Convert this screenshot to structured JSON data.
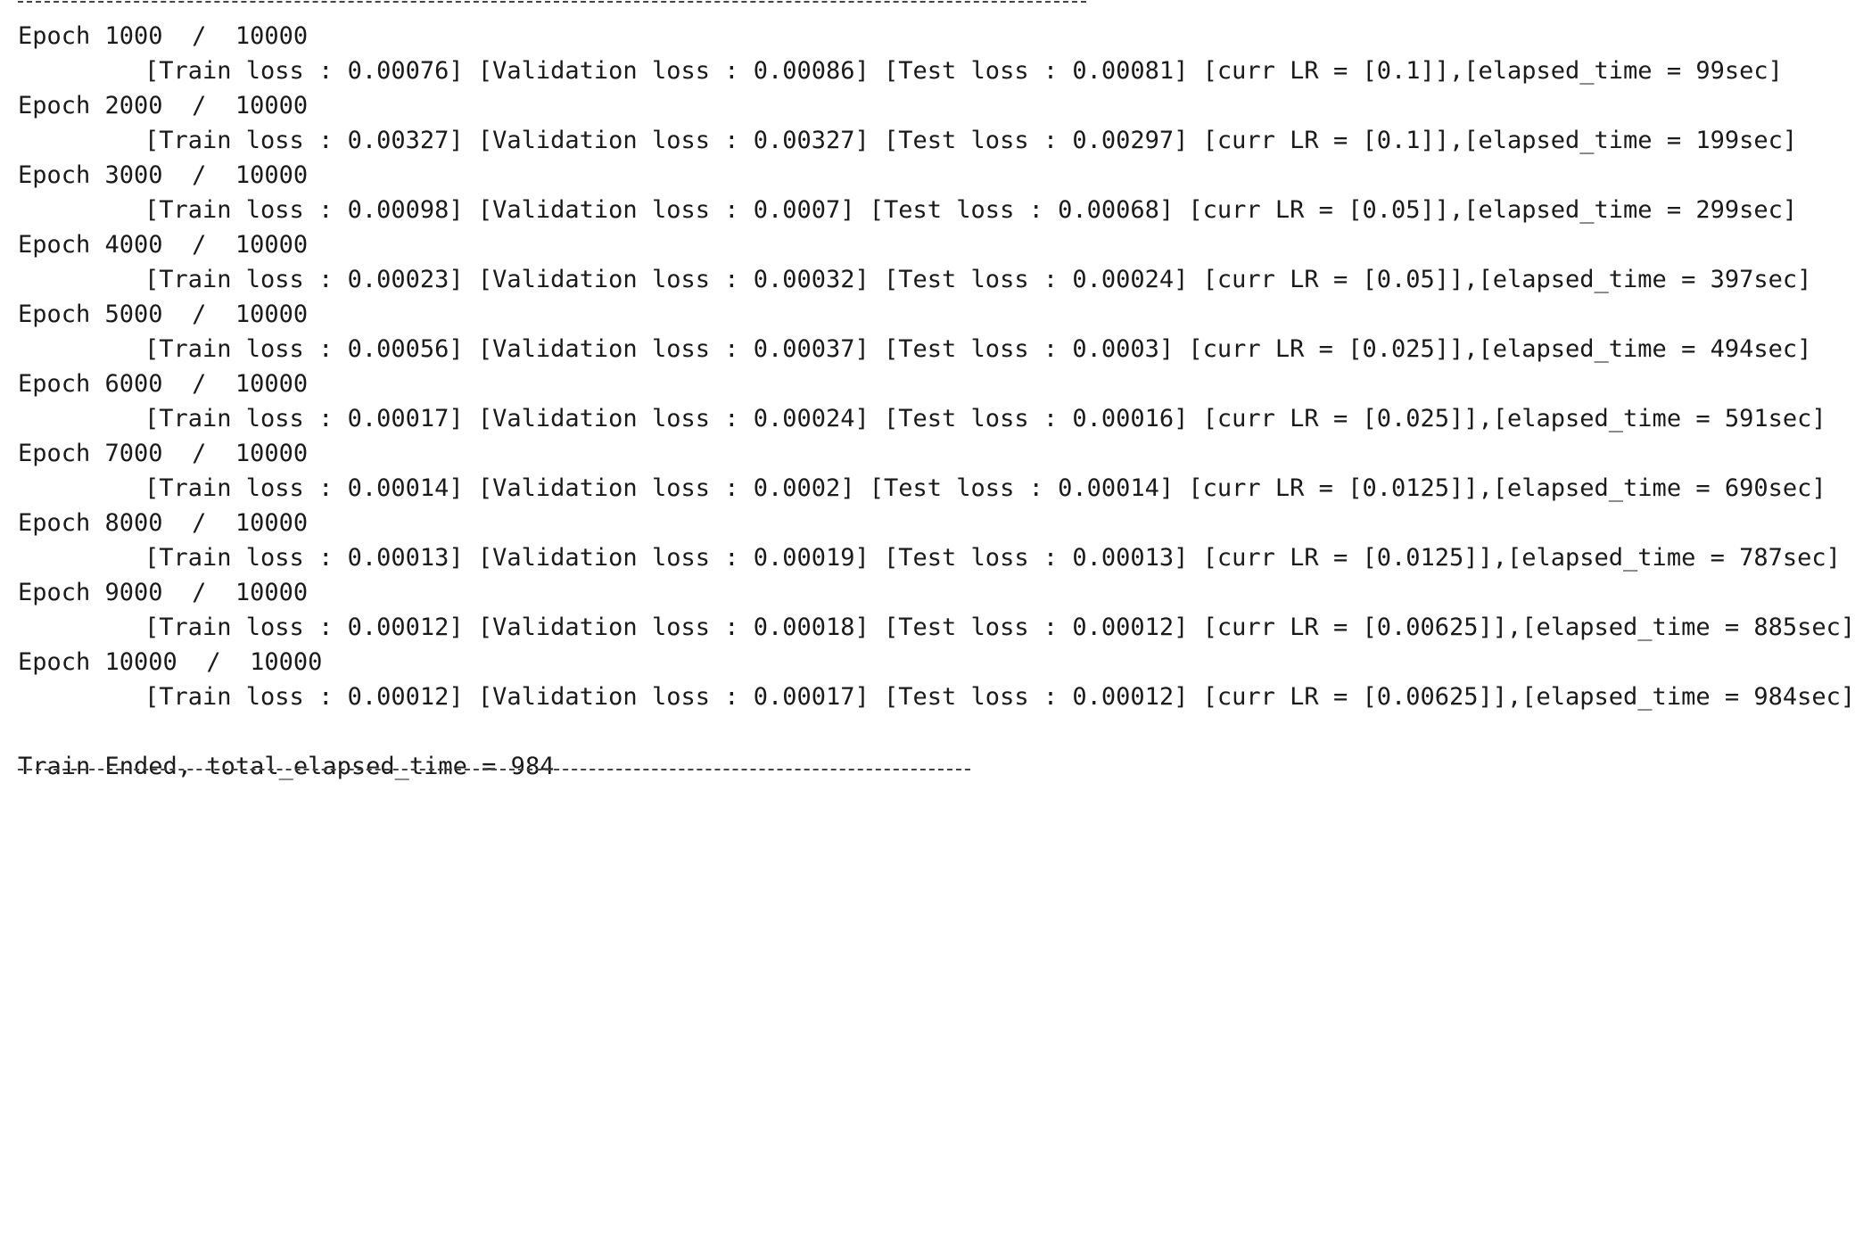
{
  "log": {
    "epochs": [
      {
        "header": "Epoch 1000  /  10000",
        "detail": "[Train loss : 0.00076] [Validation loss : 0.00086] [Test loss : 0.00081] [curr LR = [0.1]],[elapsed_time = 99sec]"
      },
      {
        "header": "Epoch 2000  /  10000",
        "detail": "[Train loss : 0.00327] [Validation loss : 0.00327] [Test loss : 0.00297] [curr LR = [0.1]],[elapsed_time = 199sec]"
      },
      {
        "header": "Epoch 3000  /  10000",
        "detail": "[Train loss : 0.00098] [Validation loss : 0.0007] [Test loss : 0.00068] [curr LR = [0.05]],[elapsed_time = 299sec]"
      },
      {
        "header": "Epoch 4000  /  10000",
        "detail": "[Train loss : 0.00023] [Validation loss : 0.00032] [Test loss : 0.00024] [curr LR = [0.05]],[elapsed_time = 397sec]"
      },
      {
        "header": "Epoch 5000  /  10000",
        "detail": "[Train loss : 0.00056] [Validation loss : 0.00037] [Test loss : 0.0003] [curr LR = [0.025]],[elapsed_time = 494sec]"
      },
      {
        "header": "Epoch 6000  /  10000",
        "detail": "[Train loss : 0.00017] [Validation loss : 0.00024] [Test loss : 0.00016] [curr LR = [0.025]],[elapsed_time = 591sec]"
      },
      {
        "header": "Epoch 7000  /  10000",
        "detail": "[Train loss : 0.00014] [Validation loss : 0.0002] [Test loss : 0.00014] [curr LR = [0.0125]],[elapsed_time = 690sec]"
      },
      {
        "header": "Epoch 8000  /  10000",
        "detail": "[Train loss : 0.00013] [Validation loss : 0.00019] [Test loss : 0.00013] [curr LR = [0.0125]],[elapsed_time = 787sec]"
      },
      {
        "header": "Epoch 9000  /  10000",
        "detail": "[Train loss : 0.00012] [Validation loss : 0.00018] [Test loss : 0.00012] [curr LR = [0.00625]],[elapsed_time = 885sec]"
      },
      {
        "header": "Epoch 10000  /  10000",
        "detail": "[Train loss : 0.00012] [Validation loss : 0.00017] [Test loss : 0.00012] [curr LR = [0.00625]],[elapsed_time = 984sec]"
      }
    ],
    "summary": "Train Ended, total_elapsed_time = 984"
  }
}
